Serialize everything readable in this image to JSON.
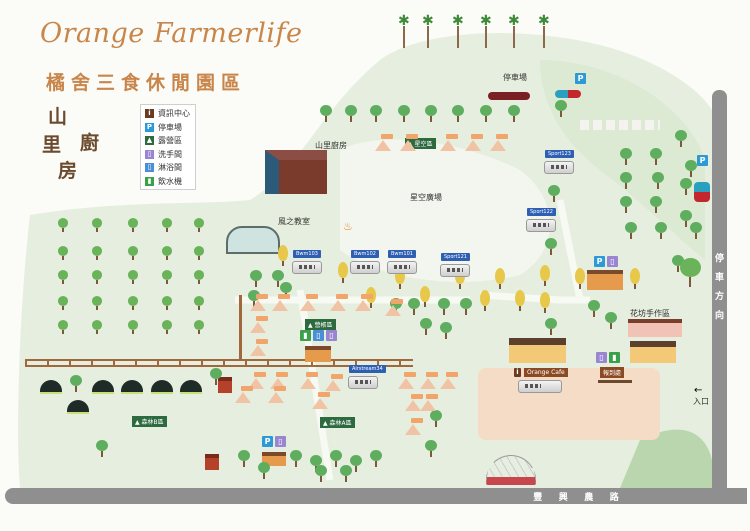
{
  "header": {
    "brand": "Orange Farmerlife",
    "subtitle": "橘舍三食休閒園區",
    "kitchen_logo": "山里廚房"
  },
  "legend": {
    "items": [
      {
        "icon": "info-icon",
        "glyph": "i",
        "color": "#6b3b1f",
        "label": "資訊中心"
      },
      {
        "icon": "parking-icon",
        "glyph": "P",
        "color": "#2b9ad6",
        "label": "停車場"
      },
      {
        "icon": "camp-icon",
        "glyph": "▲",
        "color": "#2e6a3f",
        "label": "露營區"
      },
      {
        "icon": "washroom-icon",
        "glyph": "▯",
        "color": "#9a86d0",
        "label": "洗手間"
      },
      {
        "icon": "shower-icon",
        "glyph": "▯",
        "color": "#4a8ed6",
        "label": "淋浴間"
      },
      {
        "icon": "water-icon",
        "glyph": "▮",
        "color": "#3aa14a",
        "label": "飲水機"
      }
    ]
  },
  "places": {
    "kitchen": "山里廚房",
    "classroom": "風之教室",
    "plaza": "星空廣場",
    "parking_top": "停車場",
    "flower_workshop": "花坊手作區",
    "entrance": "入口",
    "cafe": "Orange Cafe",
    "checkin": "報到處"
  },
  "trailers": [
    "Bwm103",
    "Bwm102",
    "Bwm101",
    "Sport121",
    "Sport123",
    "Sport122",
    "Airstream34"
  ],
  "camp_areas": [
    "▲ 星空區",
    "▲ 營帳區",
    "▲ 森林A區",
    "▲ 森林B區"
  ],
  "roads": {
    "bottom": [
      "豐",
      "興",
      "農",
      "路"
    ],
    "right": "停車方向"
  },
  "colors": {
    "brand": "#c8864a",
    "grass": "#e3eedb",
    "road": "#8f8f8f",
    "trailer_tag": "#2f5fb3",
    "camp_tag": "#2e6a3f"
  }
}
